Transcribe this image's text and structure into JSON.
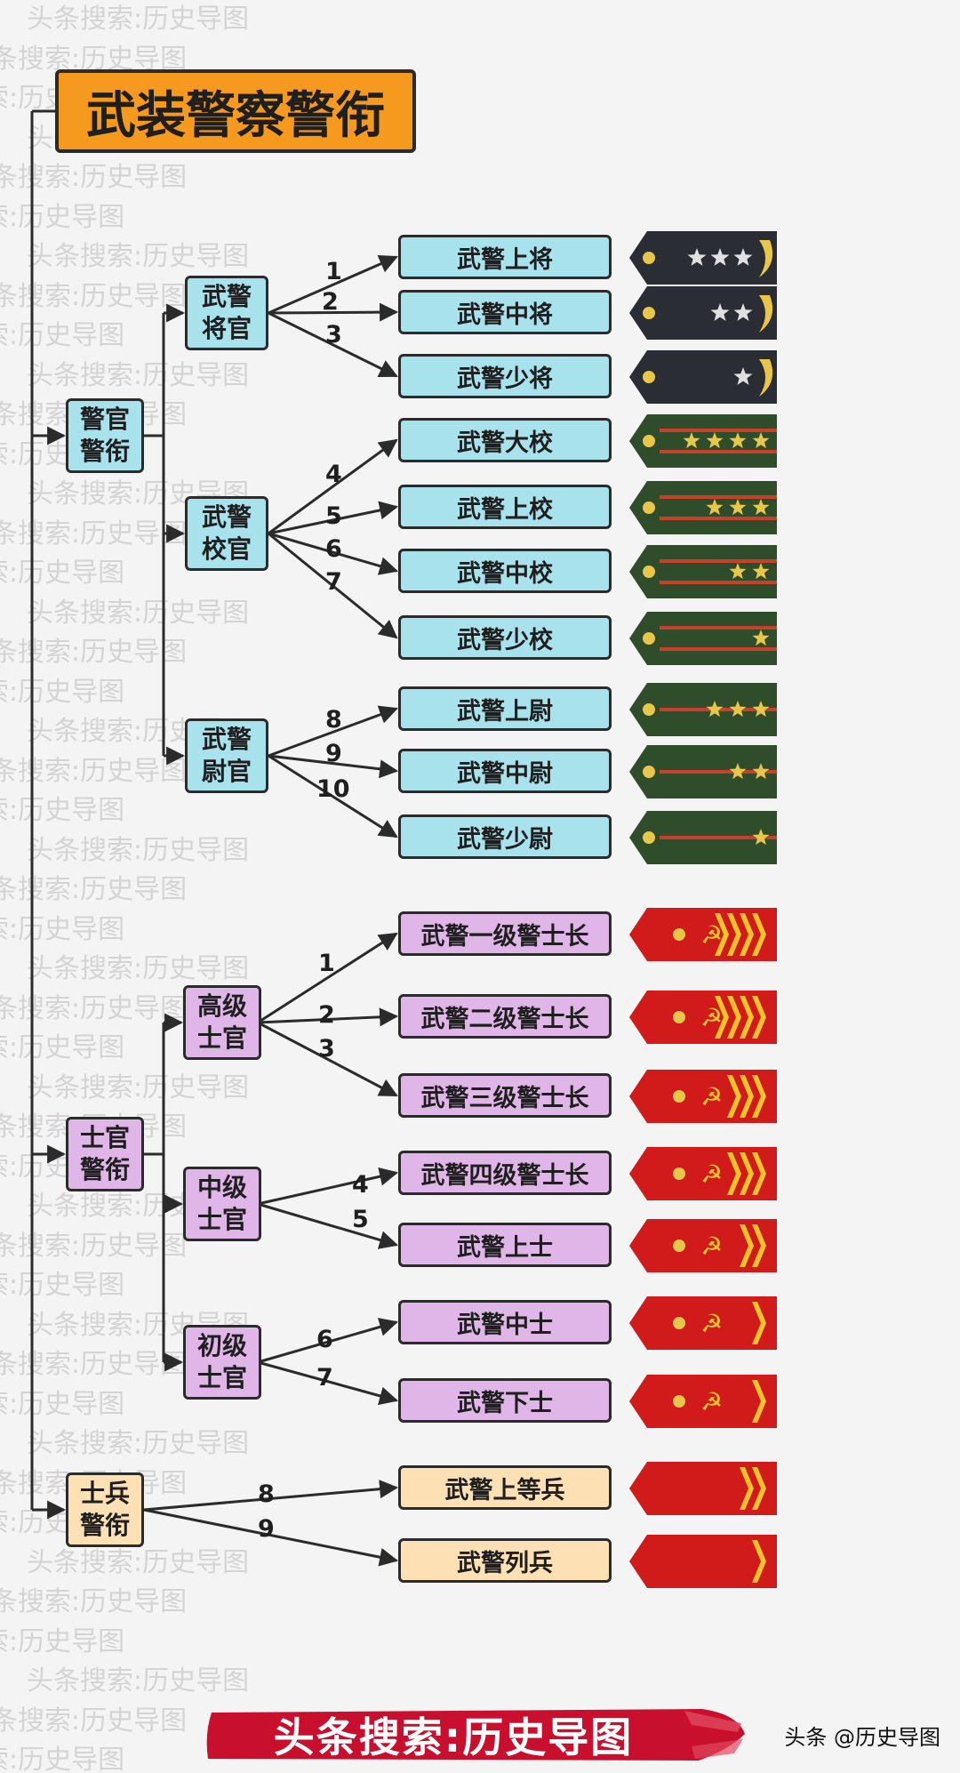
{
  "title": "武装警察警衔",
  "watermark": "头条搜索:历史导图",
  "groups": {
    "officer": "警官\n警衔",
    "nco": "士官\n警衔",
    "soldier": "士兵\n警衔"
  },
  "subgroups": {
    "general": "武警\n将官",
    "field": "武警\n校官",
    "company": "武警\n尉官",
    "senior_nco": "高级\n士官",
    "mid_nco": "中级\n士官",
    "junior_nco": "初级\n士官"
  },
  "ranks": [
    "武警上将",
    "武警中将",
    "武警少将",
    "武警大校",
    "武警上校",
    "武警中校",
    "武警少校",
    "武警上尉",
    "武警中尉",
    "武警少尉",
    "武警一级警士长",
    "武警二级警士长",
    "武警三级警士长",
    "武警四级警士长",
    "武警上士",
    "武警中士",
    "武警下士",
    "武警上等兵",
    "武警列兵"
  ],
  "numbers": [
    "1",
    "2",
    "3",
    "4",
    "5",
    "6",
    "7",
    "8",
    "9",
    "10",
    "1",
    "2",
    "3",
    "4",
    "5",
    "6",
    "7",
    "8",
    "9"
  ],
  "colors": {
    "officer_box": "#a8e2ec",
    "nco_box": "#e0b6e8",
    "soldier_box": "#fde0b4",
    "title_box": "#f59a1e",
    "officer_insignia": "#2f4d2a",
    "general_insignia": "#2a2d33",
    "nco_insignia": "#d11a1a",
    "star": "#e8c64a",
    "chevron": "#f2c42a"
  },
  "insignia": [
    {
      "kind": "general",
      "stars": 3
    },
    {
      "kind": "general",
      "stars": 2
    },
    {
      "kind": "general",
      "stars": 1
    },
    {
      "kind": "field",
      "stars": 4
    },
    {
      "kind": "field",
      "stars": 3
    },
    {
      "kind": "field",
      "stars": 2
    },
    {
      "kind": "field",
      "stars": 1
    },
    {
      "kind": "company",
      "stars": 3
    },
    {
      "kind": "company",
      "stars": 2
    },
    {
      "kind": "company",
      "stars": 1
    },
    {
      "kind": "nco",
      "chevrons": 4
    },
    {
      "kind": "nco",
      "chevrons": 4
    },
    {
      "kind": "nco",
      "chevrons": 3
    },
    {
      "kind": "nco",
      "chevrons": 3
    },
    {
      "kind": "nco",
      "chevrons": 2
    },
    {
      "kind": "nco",
      "chevrons": 1
    },
    {
      "kind": "nco",
      "chevrons": 1
    },
    {
      "kind": "soldier",
      "chevrons": 2
    },
    {
      "kind": "soldier",
      "chevrons": 1
    }
  ],
  "footer": {
    "banner": "头条搜索:历史导图",
    "credit": "头条 @历史导图"
  }
}
